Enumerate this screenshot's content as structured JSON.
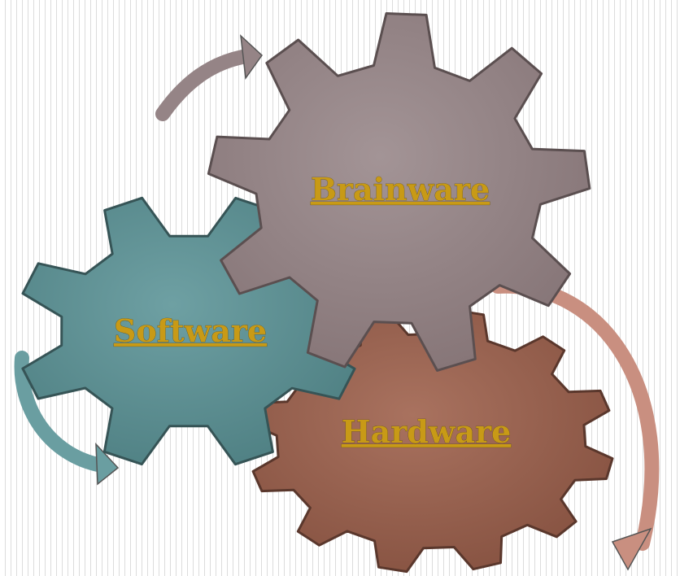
{
  "gears": [
    {
      "id": "brainware",
      "label": "Brainware",
      "color": "#958486",
      "edge": "#5b4f50",
      "link": true
    },
    {
      "id": "software",
      "label": "Software",
      "color": "#5f9194",
      "edge": "#365456",
      "link": true
    },
    {
      "id": "hardware",
      "label": "Hardware",
      "color": "#98614e",
      "edge": "#5a372c",
      "link": true
    }
  ],
  "label_color": "#c89a16",
  "arrows": [
    {
      "id": "arrow-top",
      "color": "#958486"
    },
    {
      "id": "arrow-left",
      "color": "#6a9ea1"
    },
    {
      "id": "arrow-right",
      "color": "#c98f80"
    }
  ]
}
